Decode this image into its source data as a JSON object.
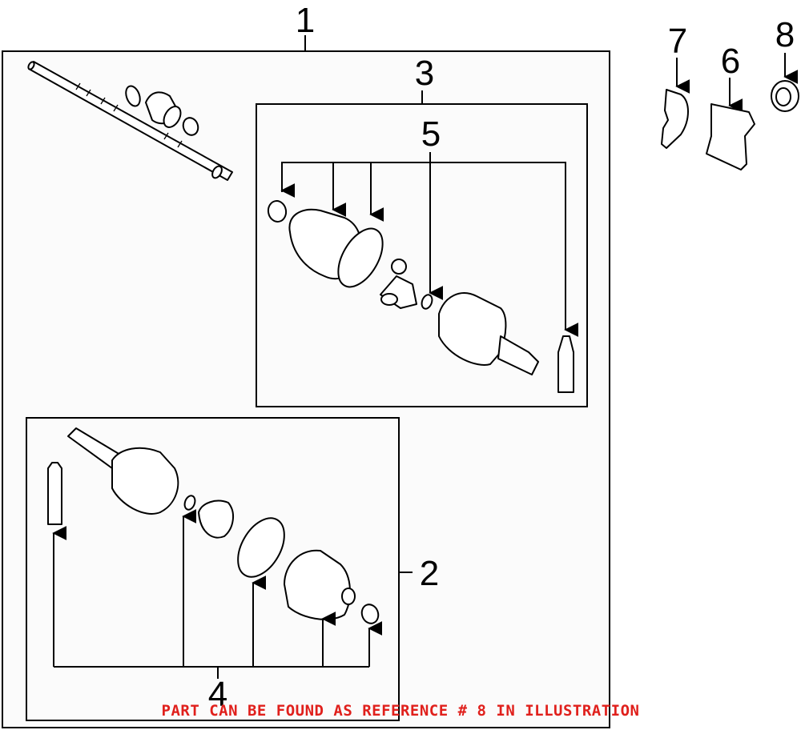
{
  "callouts": {
    "c1": "1",
    "c2": "2",
    "c3": "3",
    "c4": "4",
    "c5": "5",
    "c6": "6",
    "c7": "7",
    "c8": "8"
  },
  "caption": "PART CAN BE FOUND AS REFERENCE # 8 IN ILLUSTRATION",
  "colors": {
    "caption": "#e0201c",
    "line": "#000000",
    "panel": "#fbfbfb"
  }
}
